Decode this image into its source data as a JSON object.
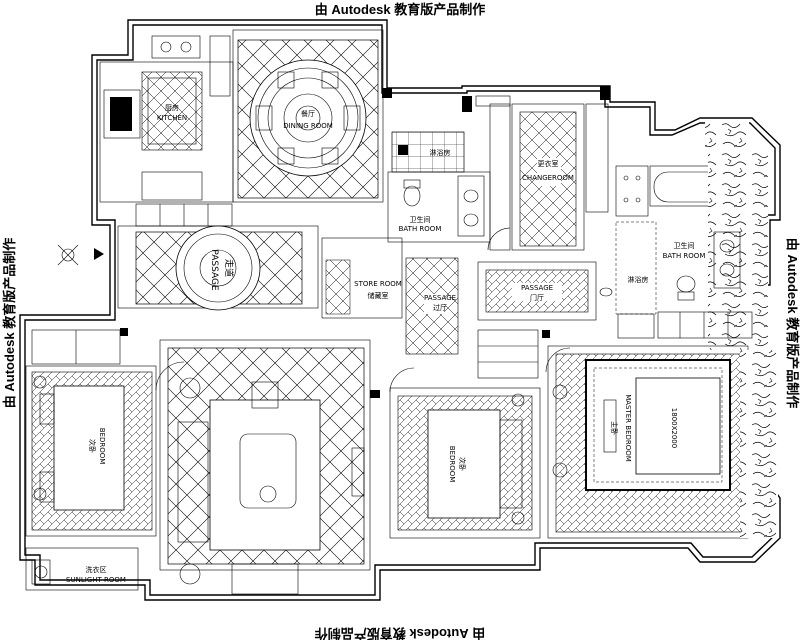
{
  "watermark": "由 Autodesk 教育版产品制作",
  "rooms": {
    "kitchen": {
      "cn": "厨房",
      "en": "KITCHEN"
    },
    "dining": {
      "cn": "餐厅",
      "en": "DINING ROOM"
    },
    "shower_1": {
      "cn": "淋浴房"
    },
    "changeroom": {
      "cn": "更衣室",
      "en": "CHANGEROOM"
    },
    "bath_1": {
      "cn": "卫生间",
      "en": "BATH ROOM"
    },
    "bath_2": {
      "cn": "卫生间",
      "en": "BATH ROOM"
    },
    "shower_2": {
      "cn": "淋浴房"
    },
    "passage_main": {
      "cn": "走道",
      "en": "PASSAGE"
    },
    "store": {
      "cn": "储藏室",
      "en": "STORE ROOM"
    },
    "passage_2": {
      "cn": "过厅",
      "en": "PASSAGE"
    },
    "passage_3": {
      "cn": "门厅",
      "en": "PASSAGE"
    },
    "bedroom_left": {
      "cn": "次卧",
      "en": "BEDROOM"
    },
    "bedroom_mid": {
      "cn": "次卧",
      "en": "BEDROOM"
    },
    "bedroom_master": {
      "cn": "主卧",
      "en": "MASTER BEDROOM"
    },
    "bed_size": "1800X2000",
    "laundry": {
      "cn": "洗衣区",
      "en": "SUNLIGHT ROOM"
    }
  },
  "colors": {
    "line": "#000000",
    "background": "#ffffff"
  }
}
